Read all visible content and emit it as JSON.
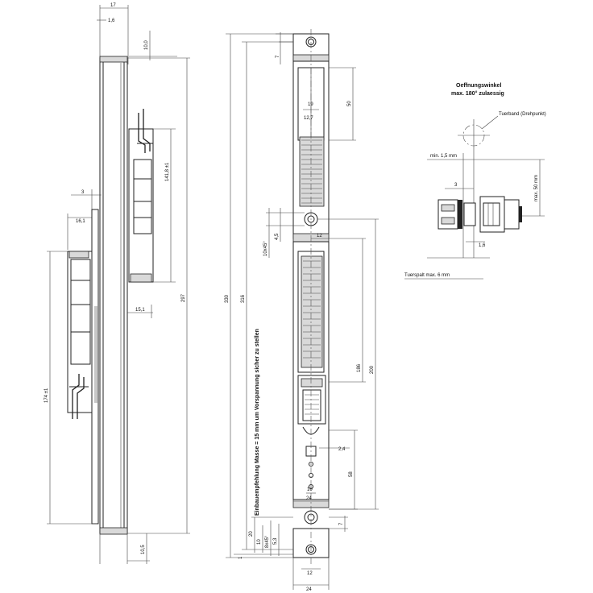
{
  "left_view": {
    "dims": {
      "overall_width": "17",
      "plate_thickness": "1,6",
      "top_offset": "10,0",
      "upper_body_height": "141,8 ±1",
      "total_height": "297",
      "spacing": "3",
      "body_depth_top": "16,1",
      "body_depth_bottom": "15,1",
      "lower_body_height": "174 ±1",
      "bottom_offset": "10,5"
    }
  },
  "front_view": {
    "dims": {
      "top_hole_offset": "7",
      "slot_width": "19",
      "slot_diameter": "12,7",
      "slot_height": "50",
      "total_length": "330",
      "hole_spacing": "316",
      "hole_size": "10x45°",
      "screw_hole": "4,5",
      "hole_offset": "12",
      "vertical_186": "186",
      "vertical_200": "200",
      "small_gap": "2,4",
      "vertical_58": "58",
      "width_10": "10",
      "width_24_mid": "24",
      "offset_7": "7",
      "bottom_20": "20",
      "bottom_10": "10",
      "bottom_8x45": "8x45°",
      "bottom_5_3": "5,3",
      "bottom_1": "1",
      "width_12_bottom": "12",
      "width_24_bottom": "24"
    },
    "installation_note": "Einbauempfehlung Masse = 15 mm um Vorspannung sicher zu stellen"
  },
  "detail_view": {
    "title_line1": "Oeffnungswinkel",
    "title_line2": "max. 180° zulaessig",
    "hinge_label": "Tuerband (Drehpunkt)",
    "min_label": "min. 1,5 mm",
    "max_label": "max. 50 mm",
    "dim_3": "3",
    "dim_1_6": "1,6",
    "gap_label": "Tuerspalt max. 6 mm"
  }
}
